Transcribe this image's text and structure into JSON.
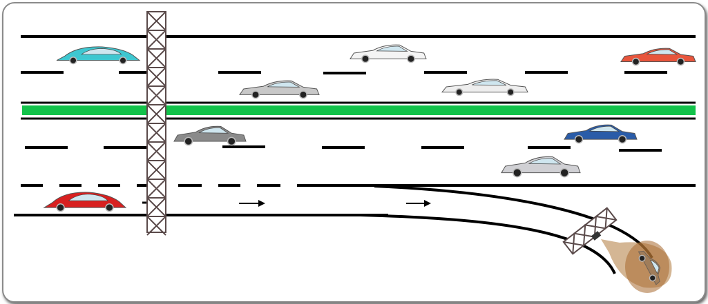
{
  "colors": {
    "road_line": "#000000",
    "median": "#12c24a",
    "gantry": "#5a4a4a",
    "camera_beam": "#b07a3c"
  },
  "cars": [
    {
      "name": "teal-beetle",
      "color": "#3ec7d0"
    },
    {
      "name": "white-sports-car",
      "color": "#f4f4f4"
    },
    {
      "name": "red-sedan-top-right",
      "color": "#e8553c"
    },
    {
      "name": "silver-hatchback",
      "color": "#c8c8c8"
    },
    {
      "name": "white-sedan",
      "color": "#eeeeee"
    },
    {
      "name": "gray-sedan",
      "color": "#8a8a8a"
    },
    {
      "name": "blue-sedan",
      "color": "#2a5ca8"
    },
    {
      "name": "silver-lexus",
      "color": "#d0d0d4"
    },
    {
      "name": "red-beetle",
      "color": "#d82020"
    },
    {
      "name": "monitored-car",
      "color": "#9a7a5a"
    }
  ],
  "arrows": [
    "lane-direction-arrow-1",
    "lane-direction-arrow-2"
  ]
}
